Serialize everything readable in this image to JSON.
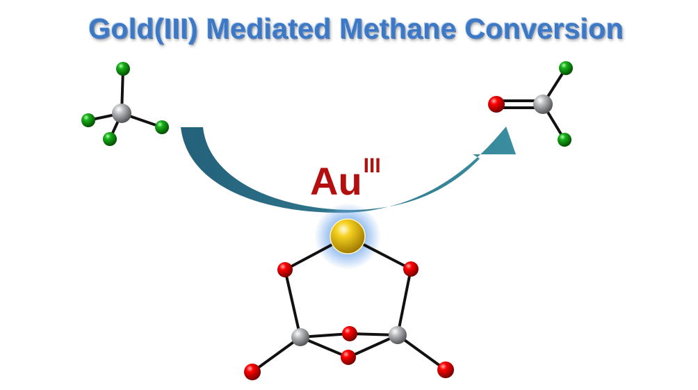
{
  "title": "Gold(III) Mediated Methane Conversion",
  "catalyst": {
    "symbol": "Au",
    "oxidation_state": "III"
  },
  "colors": {
    "title": "#3d78c4",
    "catalyst_label": "#b40f0f",
    "arrow": "#2f7a8f",
    "gold": "#f2c818",
    "oxygen": "#e00000",
    "hydrogen": "#10a010",
    "carbon": "#9a9ca0"
  }
}
